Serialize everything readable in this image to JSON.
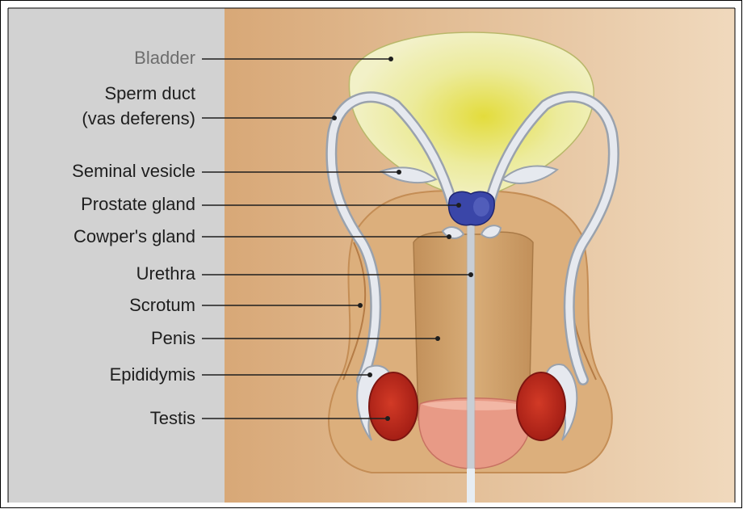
{
  "labels": {
    "bladder": "Bladder",
    "sperm_duct_line1": "Sperm duct",
    "sperm_duct_line2": "(vas deferens)",
    "seminal_vesicle": "Seminal vesicle",
    "prostate_gland": "Prostate gland",
    "cowpers_gland": "Cowper's gland",
    "urethra": "Urethra",
    "scrotum": "Scrotum",
    "penis": "Penis",
    "epididymis": "Epididymis",
    "testis": "Testis"
  },
  "colors": {
    "left_panel": "#d2d2d2",
    "right_panel": "#e8c9a4",
    "bladder": "#eef0a8",
    "bladder_center": "#e6e14a",
    "prostate": "#2e3a9a",
    "duct": "#dfe3ea",
    "scrotum": "#c9955a",
    "penis": "#c99a63",
    "glans": "#e89a86",
    "testis": "#b0241c",
    "label_muted": "#6e6e6e",
    "label_text": "#1e1e1e"
  }
}
